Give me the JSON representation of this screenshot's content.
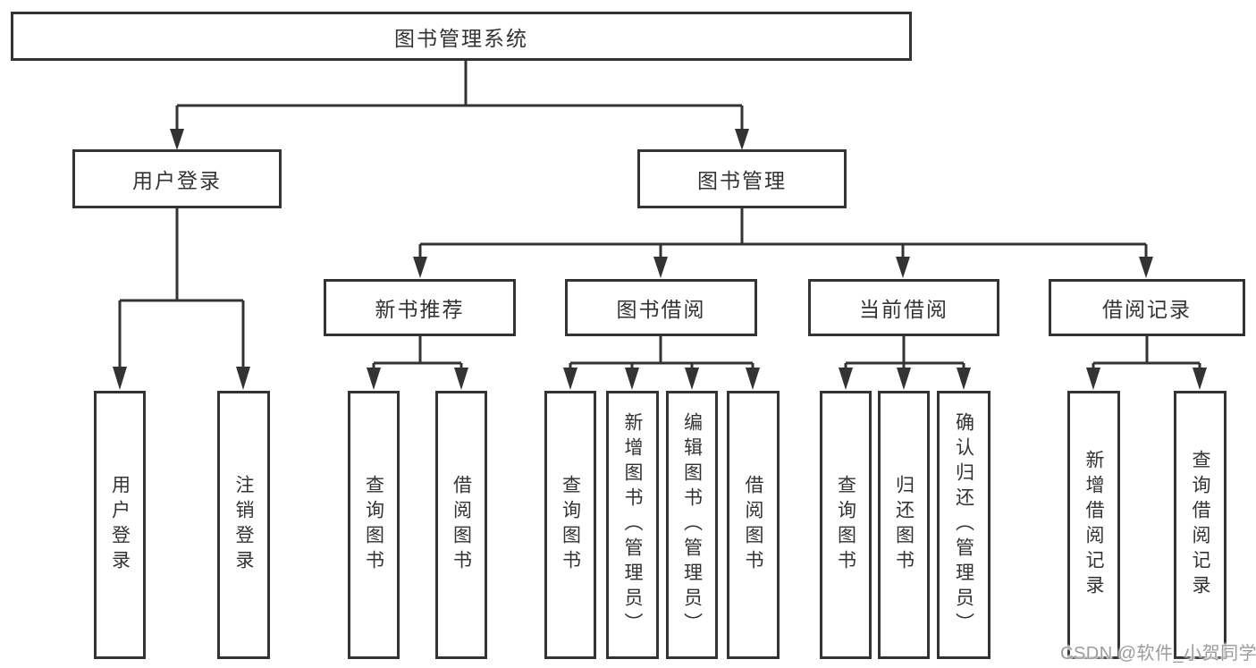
{
  "colors": {
    "line": "#333333",
    "text": "#333333",
    "box_background": "#ffffff",
    "watermark": "#9c9c9c"
  },
  "tree": {
    "root": {
      "label": "图书管理系统"
    },
    "level1": [
      {
        "label": "用户登录",
        "children": [
          {
            "label": "用户登录"
          },
          {
            "label": "注销登录"
          }
        ]
      },
      {
        "label": "图书管理",
        "children": [
          {
            "label": "新书推荐",
            "children": [
              {
                "label": "查询图书"
              },
              {
                "label": "借阅图书"
              }
            ]
          },
          {
            "label": "图书借阅",
            "children": [
              {
                "label": "查询图书"
              },
              {
                "label": "新增图书（管理员）"
              },
              {
                "label": "编辑图书（管理员）"
              },
              {
                "label": "借阅图书"
              }
            ]
          },
          {
            "label": "当前借阅",
            "children": [
              {
                "label": "查询图书"
              },
              {
                "label": "归还图书"
              },
              {
                "label": "确认归还（管理员）"
              }
            ]
          },
          {
            "label": "借阅记录",
            "children": [
              {
                "label": "新增借阅记录"
              },
              {
                "label": "查询借阅记录"
              }
            ]
          }
        ]
      }
    ]
  },
  "watermark": {
    "text": "CSDN @软件_小贺同学"
  }
}
